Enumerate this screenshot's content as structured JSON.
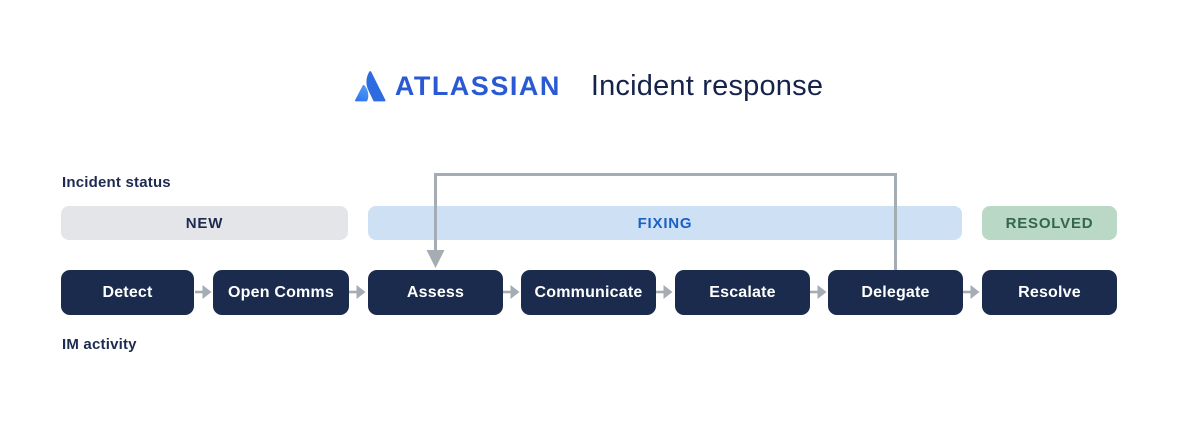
{
  "header": {
    "brand": "ATLASSIAN",
    "title": "Incident response"
  },
  "labels": {
    "incident_status": "Incident status",
    "im_activity": "IM activity"
  },
  "statuses": [
    {
      "id": "new",
      "label": "NEW",
      "bg": "#E4E5E9",
      "fg": "#1D2B50"
    },
    {
      "id": "fixing",
      "label": "FIXING",
      "bg": "#CDE0F4",
      "fg": "#1D60C4"
    },
    {
      "id": "resolved",
      "label": "RESOLVED",
      "bg": "#B9D8C5",
      "fg": "#33664B"
    }
  ],
  "activities": [
    "Detect",
    "Open Comms",
    "Assess",
    "Communicate",
    "Escalate",
    "Delegate",
    "Resolve"
  ],
  "flow": {
    "arrows_between_boxes": 6,
    "loop_arrow": {
      "from": "Delegate",
      "to": "Assess",
      "color": "#A6ACB4"
    }
  },
  "icons": {
    "logo": "atlassian-logo-icon",
    "flow_arrow": "arrow-right-icon",
    "loop": "loop-arrow-icon"
  },
  "colors": {
    "brand_blue": "#2A5AD3",
    "logo_blue_light": "#539AF5",
    "logo_blue": "#2D6BE0",
    "title_navy": "#15234B",
    "box_navy": "#1B2B4D",
    "arrow_gray": "#A6ACB4",
    "background": "#FFFFFF"
  }
}
